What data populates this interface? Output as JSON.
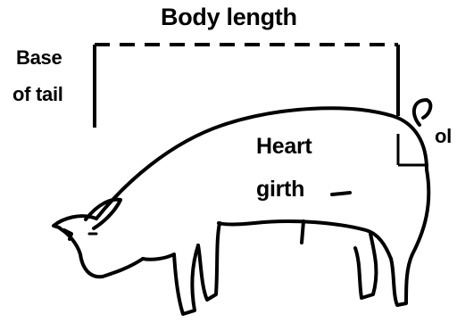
{
  "labels": {
    "body_length": "Body length",
    "base_of_tail_line1": "Base",
    "base_of_tail_line2": "of tail",
    "heart_girth_line1": "Heart",
    "heart_girth_line2": "girth",
    "poll": "ol"
  }
}
